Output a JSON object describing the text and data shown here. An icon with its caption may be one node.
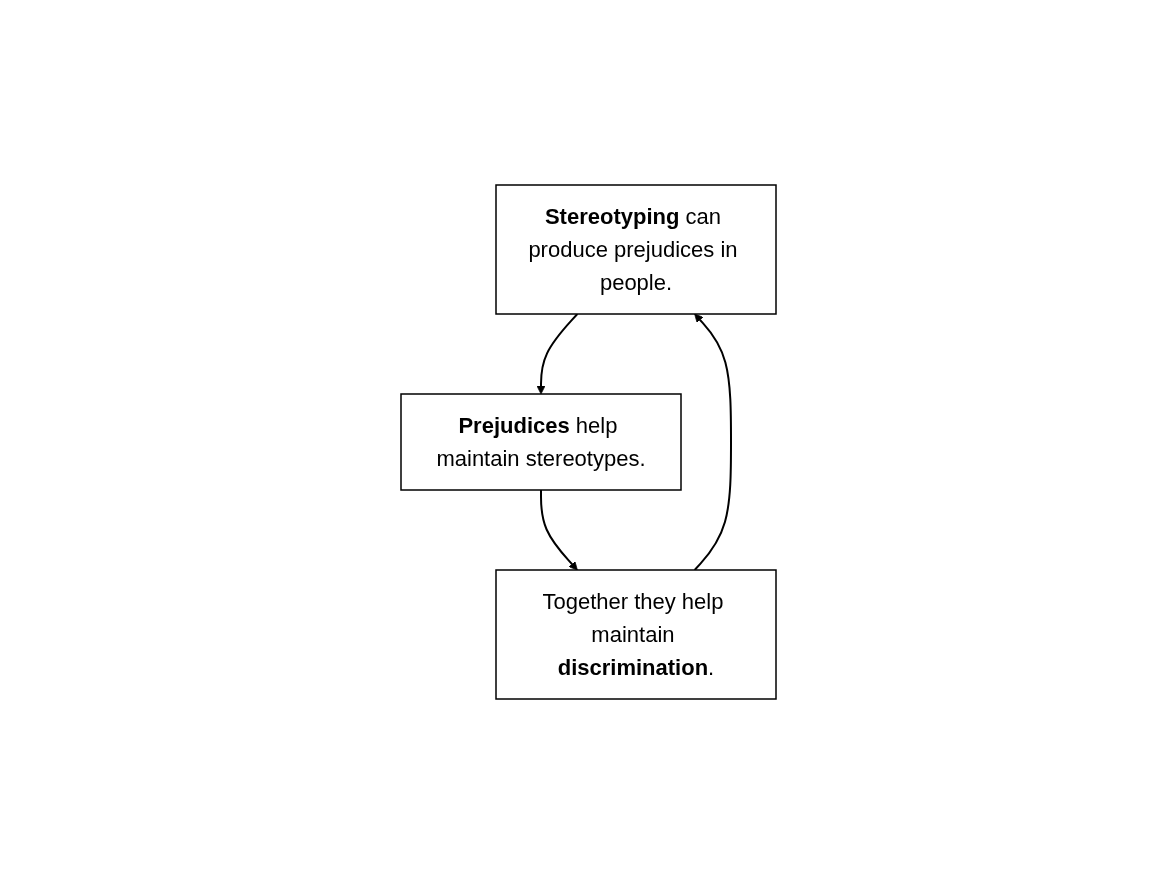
{
  "diagram": {
    "nodes": [
      {
        "text": [
          "**Stereotyping** can produce prejudices in people."
        ]
      },
      {
        "text": [
          "**Prejudices** help maintain stereotypes."
        ]
      },
      {
        "text": [
          "Together they help maintain **discrimination**."
        ]
      }
    ],
    "edges": [
      {
        "from": 0,
        "to": 1,
        "arrow": "to"
      },
      {
        "from": 1,
        "to": 2,
        "arrow": "to"
      },
      {
        "from": 2,
        "to": 0,
        "arrow": "to"
      }
    ]
  }
}
